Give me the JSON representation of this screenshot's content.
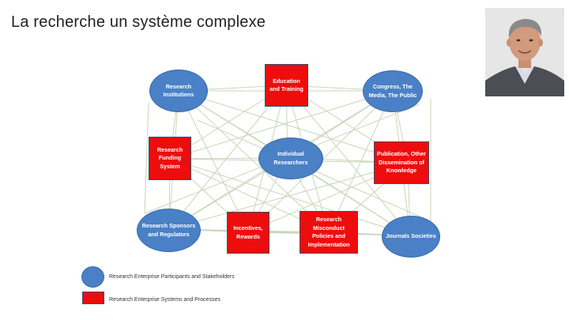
{
  "slide": {
    "title": "La recherche un système complexe"
  },
  "diagram": {
    "nodes": {
      "research_institutions": "Research Institutions",
      "education_training": "Education and Training",
      "congress_media_public": "Congress, The Media, The Public",
      "research_funding_system": "Research Funding System",
      "individual_researchers": "Individual Researchers",
      "publication_dissemination": "Publication, Other Dissemination of Knowledge",
      "research_sponsors_regulators": "Research Sponsors and Regulators",
      "incentives_rewards": "Incentives, Rewards",
      "research_misconduct": "Research Misconduct Policies and Implementation",
      "journals_societies": "Journals Societies"
    },
    "colors": {
      "participant": "#4a80c6",
      "system": "#ee0d0d",
      "connector": "#c9d6b8"
    }
  },
  "legend": {
    "participants_label": "Research Enterprise Participants and Stakeholders",
    "systems_label": "Research Enterprise Systems and Processes"
  }
}
